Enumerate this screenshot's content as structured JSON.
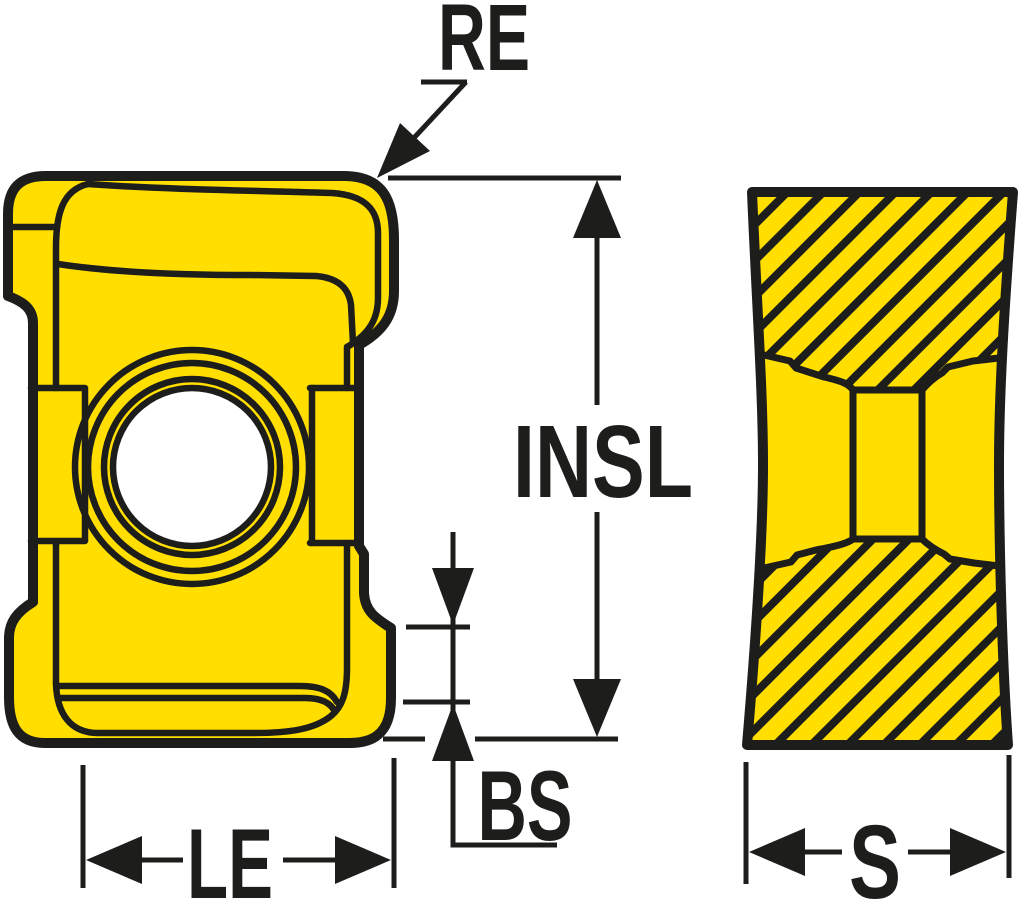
{
  "drawing": {
    "labels": {
      "re": "RE",
      "insl": "INSL",
      "bs": "BS",
      "le": "LE",
      "s": "S"
    }
  },
  "colors": {
    "background": "#ffffff",
    "insert": "#ffde00",
    "ink": "#1d1d1b",
    "hole": "#ffffff"
  }
}
